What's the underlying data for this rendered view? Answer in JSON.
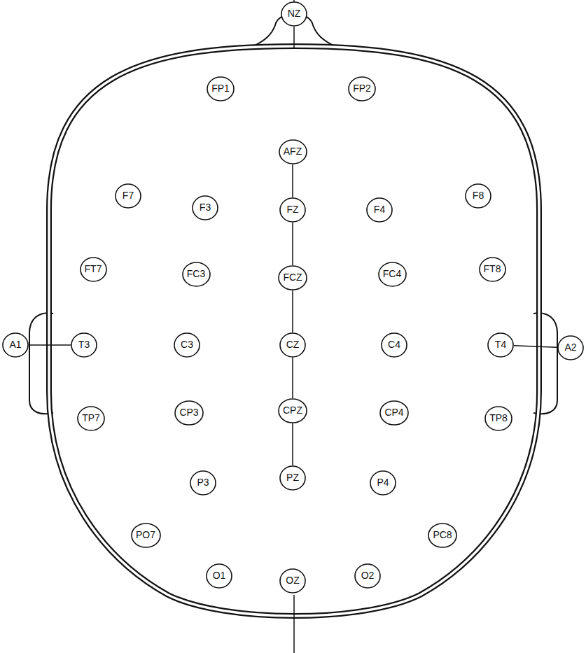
{
  "diagram": {
    "nodes": [
      {
        "text": [
          "NZ"
        ]
      },
      {
        "text": [
          "FP1"
        ]
      },
      {
        "text": [
          "FP2"
        ]
      },
      {
        "text": [
          "AFZ"
        ]
      },
      {
        "text": [
          "F7"
        ]
      },
      {
        "text": [
          "F3"
        ]
      },
      {
        "text": [
          "FZ"
        ]
      },
      {
        "text": [
          "F4"
        ]
      },
      {
        "text": [
          "F8"
        ]
      },
      {
        "text": [
          "FT7"
        ]
      },
      {
        "text": [
          "FC3"
        ]
      },
      {
        "text": [
          "FCZ"
        ]
      },
      {
        "text": [
          "FC4"
        ]
      },
      {
        "text": [
          "FT8"
        ]
      },
      {
        "text": [
          "A1"
        ]
      },
      {
        "text": [
          "T3"
        ]
      },
      {
        "text": [
          "C3"
        ]
      },
      {
        "text": [
          "CZ"
        ]
      },
      {
        "text": [
          "C4"
        ]
      },
      {
        "text": [
          "T4"
        ]
      },
      {
        "text": [
          "A2"
        ]
      },
      {
        "text": [
          "TP7"
        ]
      },
      {
        "text": [
          "CP3"
        ]
      },
      {
        "text": [
          "CPZ"
        ]
      },
      {
        "text": [
          "CP4"
        ]
      },
      {
        "text": [
          "TP8"
        ]
      },
      {
        "text": [
          "P3"
        ]
      },
      {
        "text": [
          "PZ"
        ]
      },
      {
        "text": [
          "P4"
        ]
      },
      {
        "text": [
          "PO7"
        ]
      },
      {
        "text": [
          "PC8"
        ]
      },
      {
        "text": [
          "O1"
        ]
      },
      {
        "text": [
          "OZ"
        ]
      },
      {
        "text": [
          "O2"
        ]
      }
    ],
    "edges": [
      {
        "from": 3,
        "to": 6,
        "arrow": "none"
      },
      {
        "from": 6,
        "to": 11,
        "arrow": "none"
      },
      {
        "from": 11,
        "to": 17,
        "arrow": "none"
      },
      {
        "from": 17,
        "to": 23,
        "arrow": "none"
      },
      {
        "from": 23,
        "to": 27,
        "arrow": "none"
      },
      {
        "from": 14,
        "to": 15,
        "arrow": "none"
      },
      {
        "from": 19,
        "to": 20,
        "arrow": "none"
      }
    ]
  }
}
